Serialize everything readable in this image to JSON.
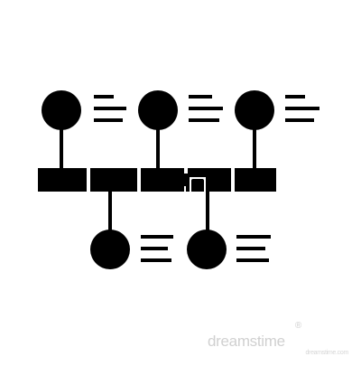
{
  "diagram": {
    "type": "timeline-icon",
    "color": "#000000",
    "background": "#ffffff",
    "segments": 5,
    "top_nodes": 3,
    "bottom_nodes": 2,
    "text_lines_per_node": 3
  },
  "watermark": {
    "text": "dreamstime",
    "url": "dreamstime.com",
    "registered_mark": "®"
  },
  "icons": {
    "node": "circle-node-icon",
    "text_placeholder": "text-lines-icon",
    "timeline_bar": "timeline-bar-icon"
  }
}
